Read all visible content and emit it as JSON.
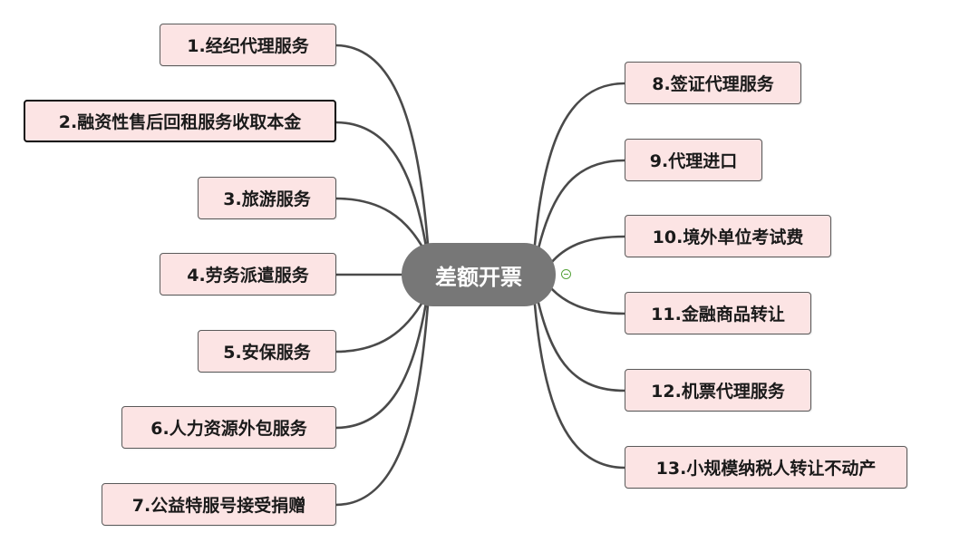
{
  "center": {
    "label": "差额开票"
  },
  "left_nodes": [
    {
      "label": "1.经纪代理服务"
    },
    {
      "label": "2.融资性售后回租服务收取本金"
    },
    {
      "label": "3.旅游服务"
    },
    {
      "label": "4.劳务派遣服务"
    },
    {
      "label": "5.安保服务"
    },
    {
      "label": "6.人力资源外包服务"
    },
    {
      "label": "7.公益特服号接受捐赠"
    }
  ],
  "right_nodes": [
    {
      "label": "8.签证代理服务"
    },
    {
      "label": "9.代理进口"
    },
    {
      "label": "10.境外单位考试费"
    },
    {
      "label": "11.金融商品转让"
    },
    {
      "label": "12.机票代理服务"
    },
    {
      "label": "13.小规模纳税人转让不动产"
    }
  ],
  "selected_node": "2.融资性售后回租服务收取本金",
  "colors": {
    "node_fill": "#fce4e4",
    "center_fill": "#777777",
    "edge": "#4a4a4a",
    "collapse_toggle": "#56a33a"
  }
}
